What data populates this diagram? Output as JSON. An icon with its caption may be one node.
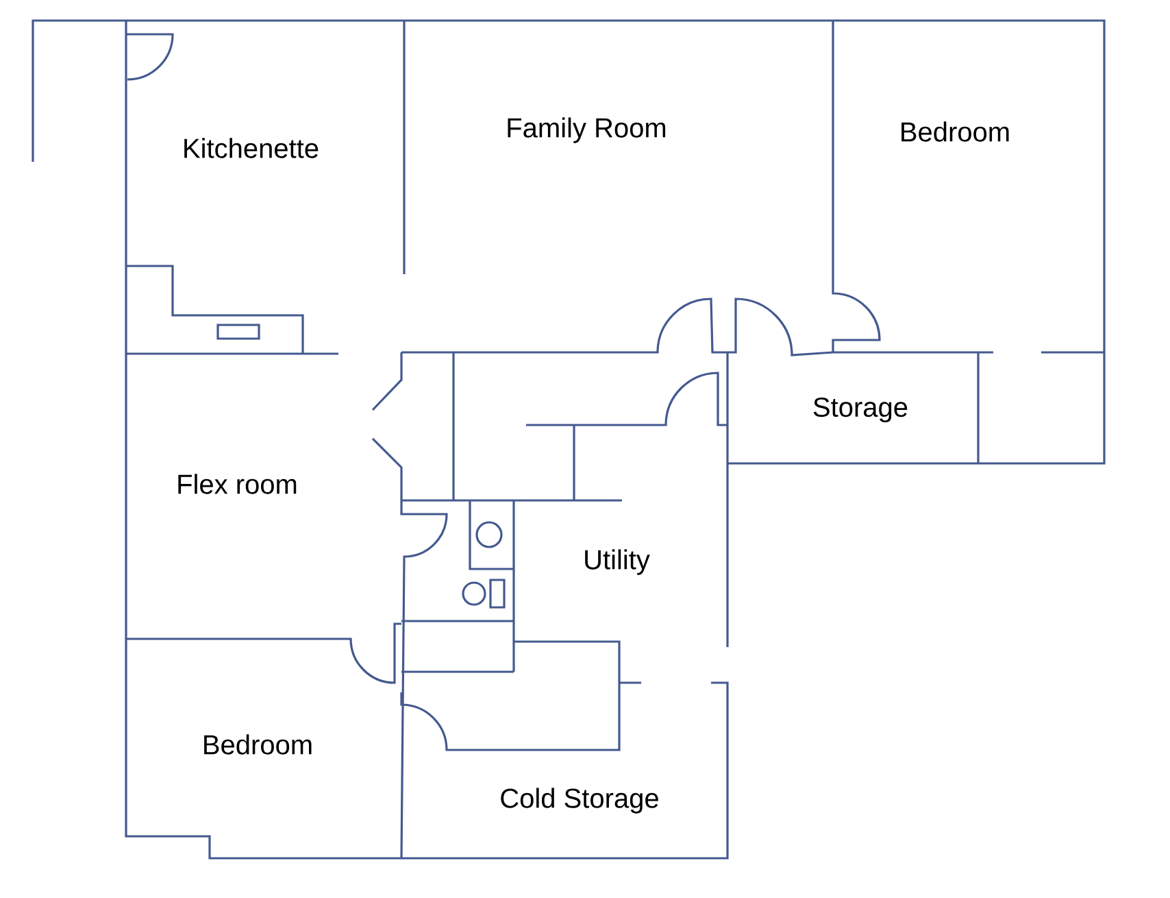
{
  "diagram": {
    "labels": [
      "Kitchenette",
      "Family Room",
      "Bedroom",
      "Storage",
      "Flex room",
      "Utility",
      "Bedroom",
      "Cold Storage"
    ]
  }
}
